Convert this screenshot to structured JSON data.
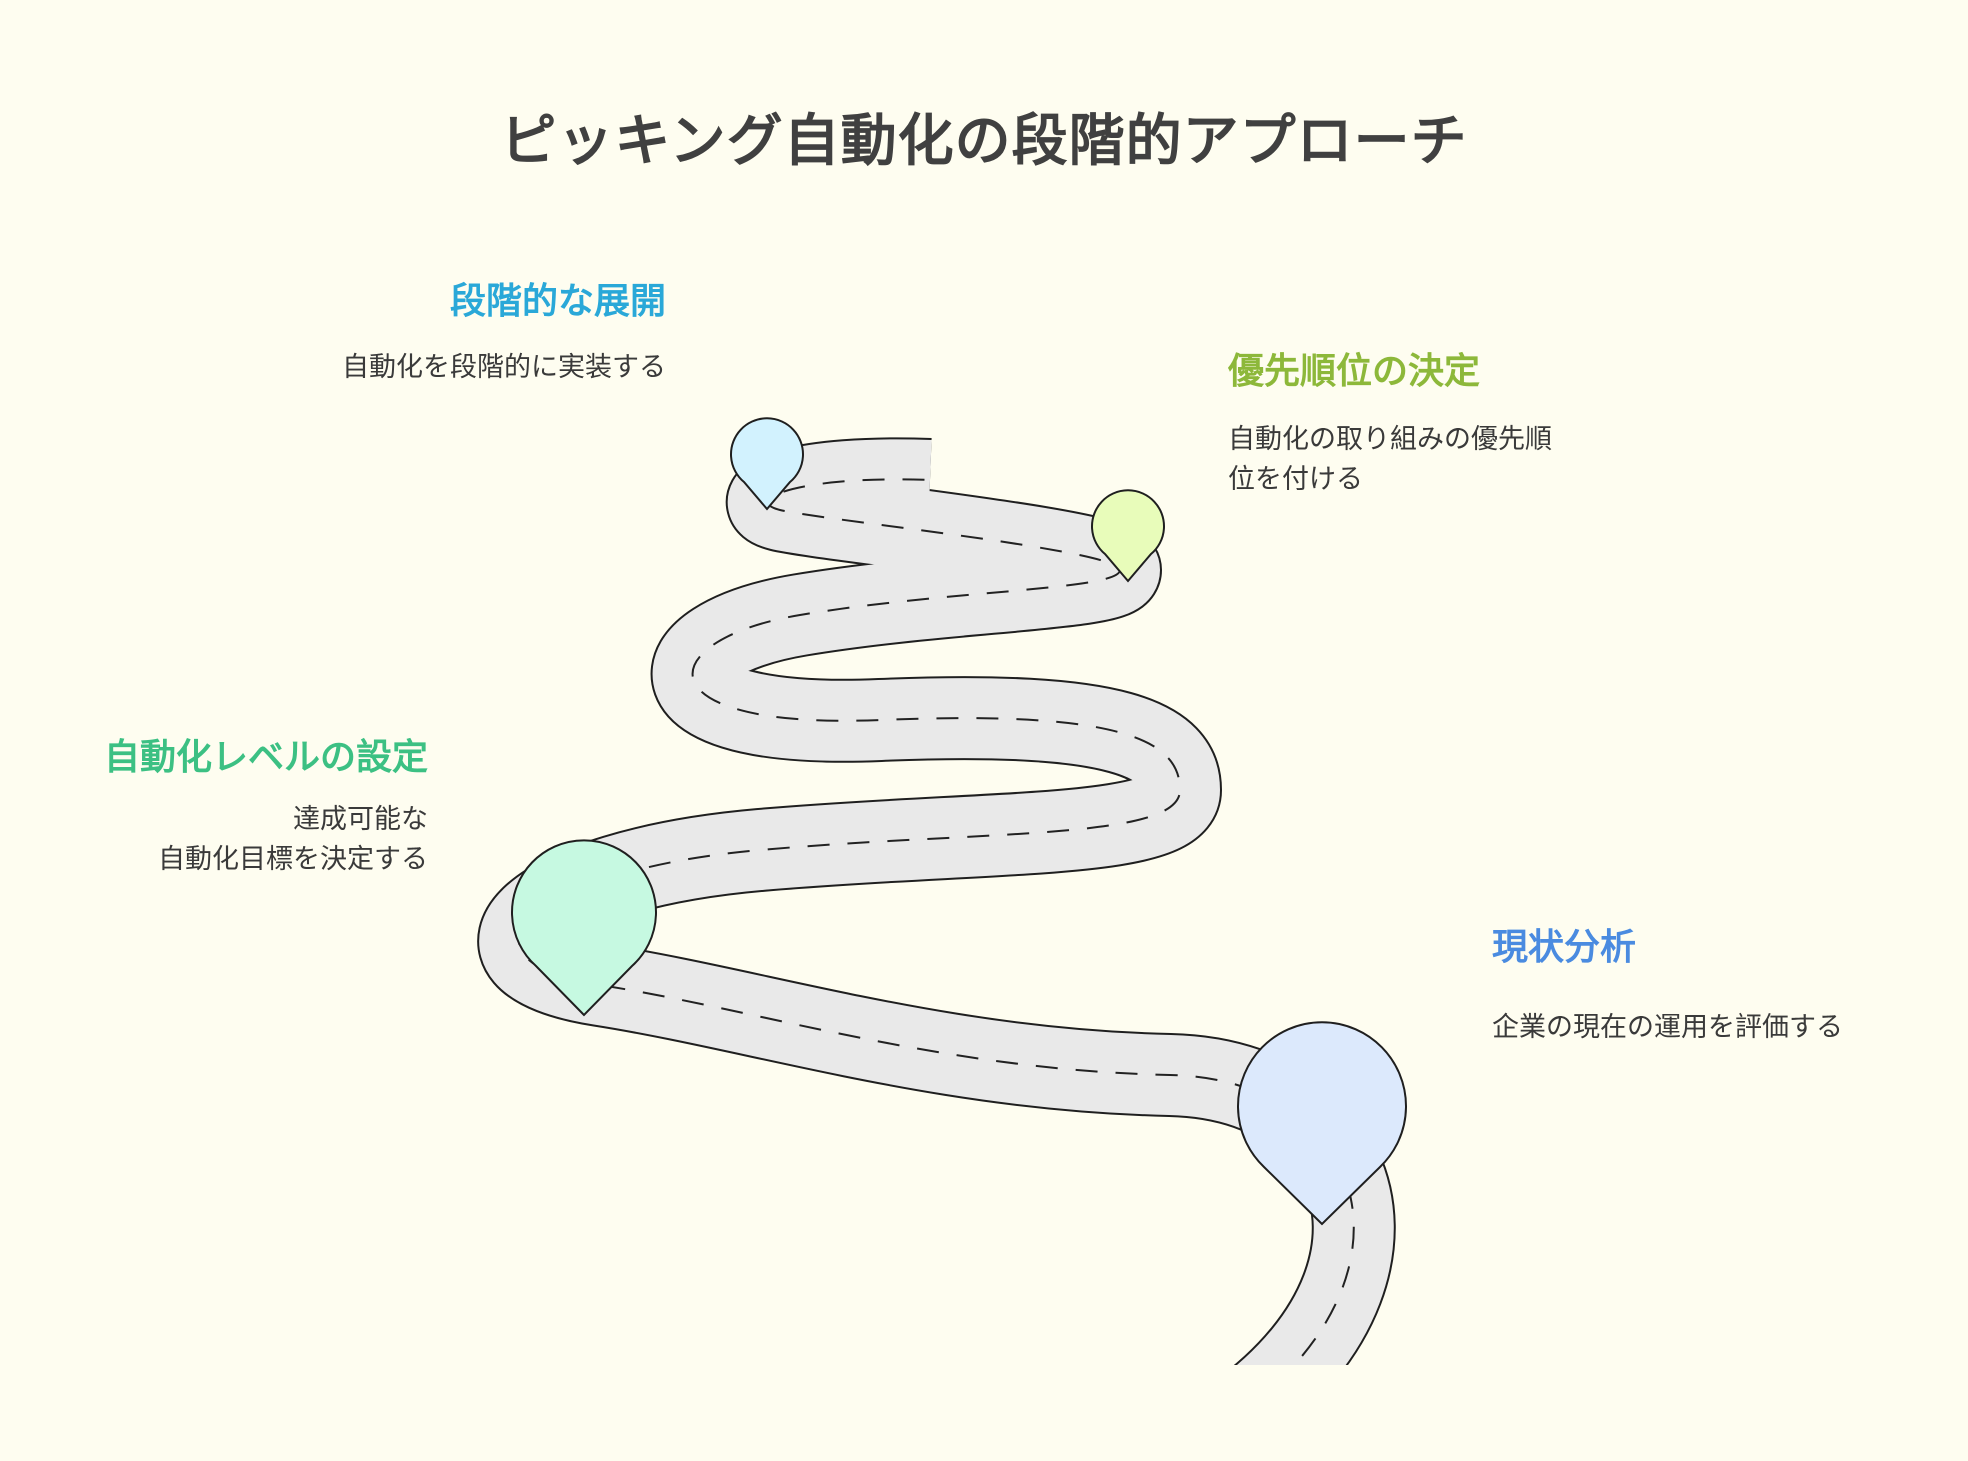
{
  "title": "ピッキング自動化の段階的アプローチ",
  "steps": [
    {
      "heading": "現状分析",
      "description": "企業の現在の運用を評価する",
      "color": "#4a8be0",
      "marker_fill": "#dce9fc"
    },
    {
      "heading": "自動化レベルの設定",
      "description_lines": [
        "達成可能な",
        "自動化目標を決定する"
      ],
      "color": "#3cc083",
      "marker_fill": "#c6f9e1"
    },
    {
      "heading": "優先順位の決定",
      "description_lines": [
        "自動化の取り組みの優先順",
        "位を付ける"
      ],
      "color": "#8db83a",
      "marker_fill": "#e8fcba"
    },
    {
      "heading": "段階的な展開",
      "description": "自動化を段階的に実装する",
      "color": "#2aa8d8",
      "marker_fill": "#d2f2fe"
    }
  ],
  "road": {
    "fill": "#e9e9e9",
    "outline": "#1f1f1f"
  }
}
